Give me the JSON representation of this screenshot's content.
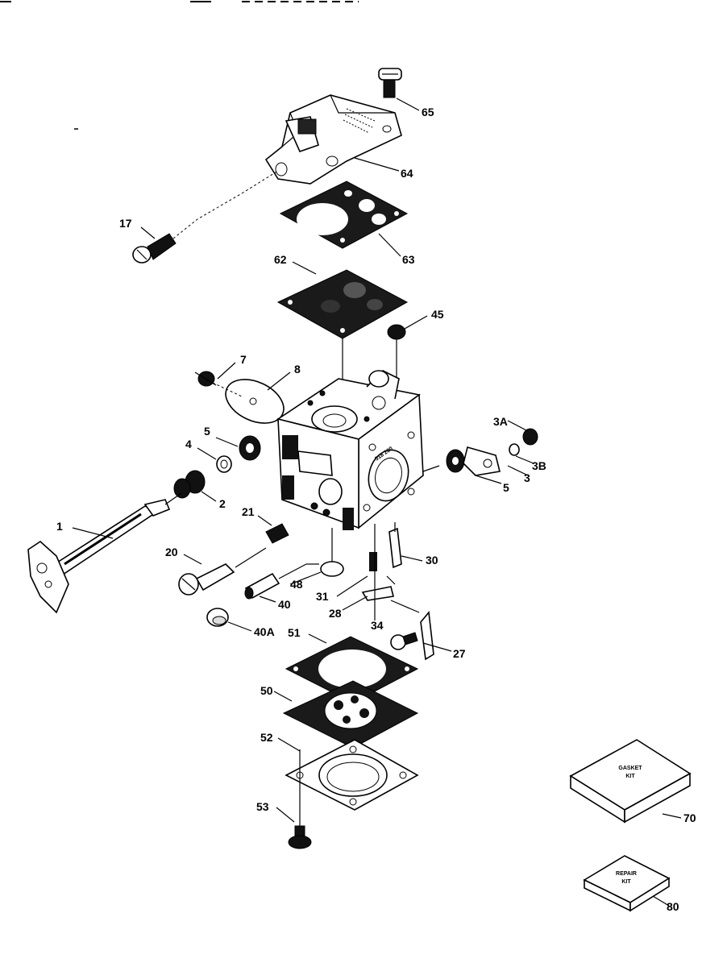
{
  "header_text": "",
  "callouts": [
    {
      "id": "1",
      "label": "1"
    },
    {
      "id": "2",
      "label": "2"
    },
    {
      "id": "3A",
      "label": "3A"
    },
    {
      "id": "3",
      "label": "3"
    },
    {
      "id": "3B",
      "label": "3B"
    },
    {
      "id": "4",
      "label": "4"
    },
    {
      "id": "5a",
      "label": "5"
    },
    {
      "id": "5b",
      "label": "5"
    },
    {
      "id": "7",
      "label": "7"
    },
    {
      "id": "8",
      "label": "8"
    },
    {
      "id": "17",
      "label": "17"
    },
    {
      "id": "20",
      "label": "20"
    },
    {
      "id": "21",
      "label": "21"
    },
    {
      "id": "27",
      "label": "27"
    },
    {
      "id": "28",
      "label": "28"
    },
    {
      "id": "30",
      "label": "30"
    },
    {
      "id": "31",
      "label": "31"
    },
    {
      "id": "34",
      "label": "34"
    },
    {
      "id": "40",
      "label": "40"
    },
    {
      "id": "40A",
      "label": "40A"
    },
    {
      "id": "45",
      "label": "45"
    },
    {
      "id": "48",
      "label": "48"
    },
    {
      "id": "50",
      "label": "50"
    },
    {
      "id": "51",
      "label": "51"
    },
    {
      "id": "52",
      "label": "52"
    },
    {
      "id": "53",
      "label": "53"
    },
    {
      "id": "62",
      "label": "62"
    },
    {
      "id": "63",
      "label": "63"
    },
    {
      "id": "64",
      "label": "64"
    },
    {
      "id": "65",
      "label": "65"
    },
    {
      "id": "70",
      "label": "70"
    },
    {
      "id": "80",
      "label": "80"
    }
  ],
  "kits": {
    "gasket": {
      "line1": "GASKET",
      "line2": "KIT"
    },
    "repair": {
      "line1": "REPAIR",
      "line2": "KIT"
    }
  },
  "carb_marking": "518 200",
  "colors": {
    "ink": "#000000",
    "paper": "#ffffff"
  }
}
